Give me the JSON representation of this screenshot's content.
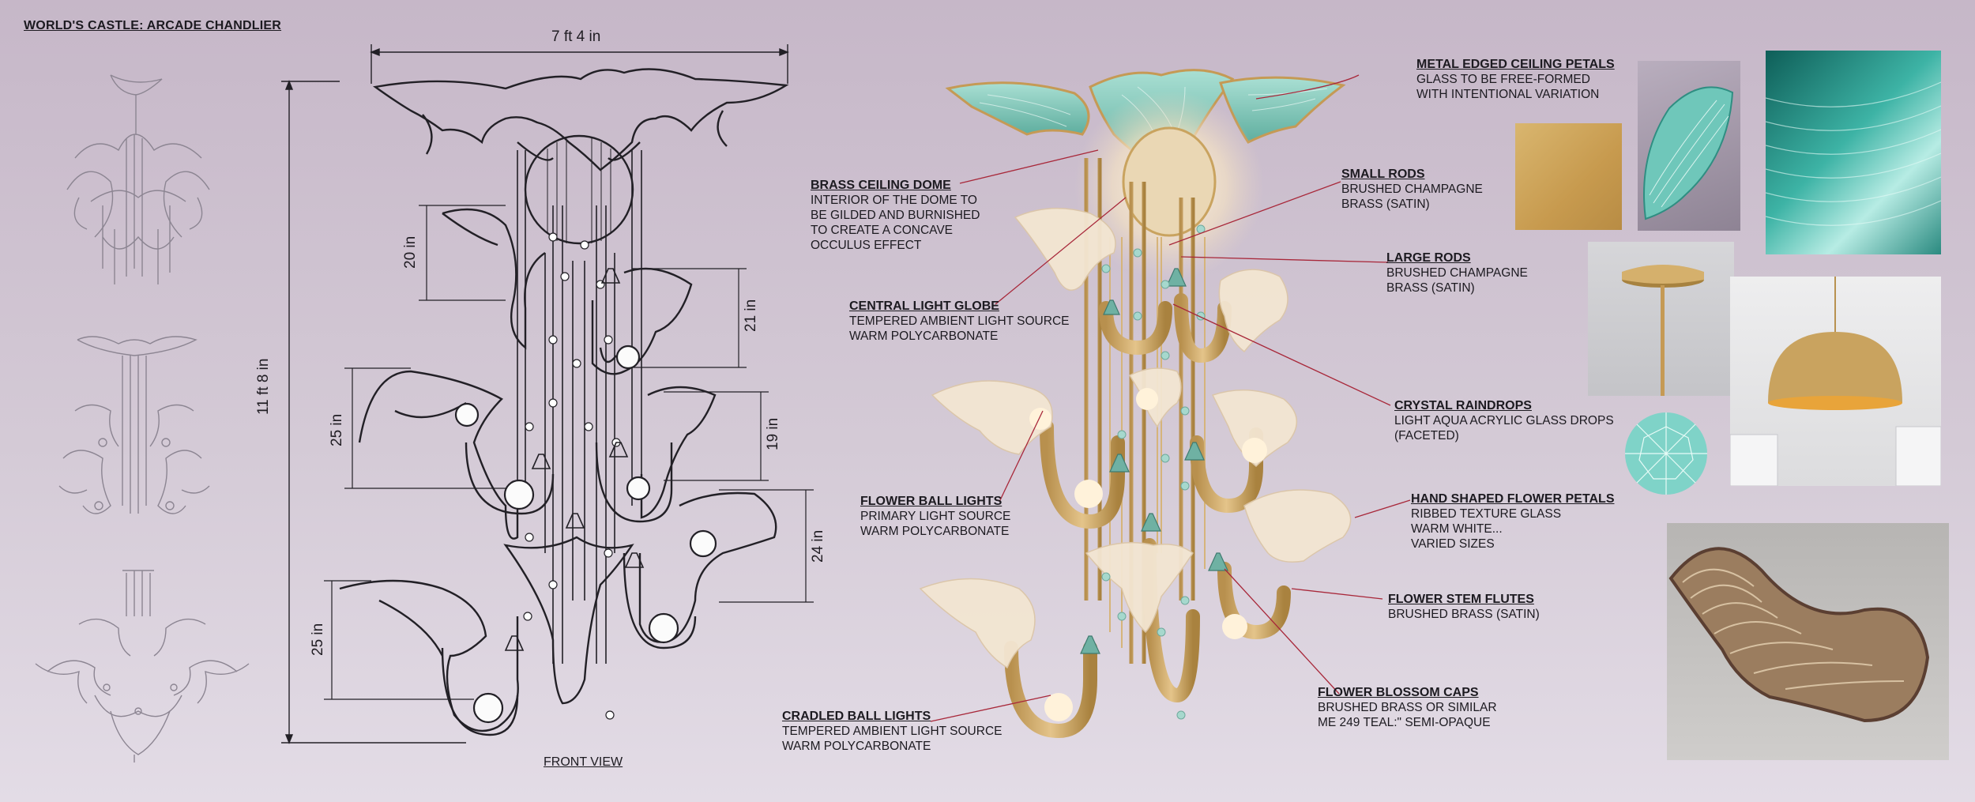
{
  "page": {
    "title": "WORLD'S CASTLE: ARCADE CHANDLIER"
  },
  "drawing": {
    "width_dim": "7 ft 4 in",
    "height_dim": "11 ft 8 in",
    "dims": [
      "20 in",
      "21 in",
      "25 in",
      "19 in",
      "24 in",
      "25 in"
    ],
    "view_label": "FRONT VIEW"
  },
  "callouts": [
    {
      "title": "METAL EDGED CEILING PETALS",
      "body": "GLASS TO BE FREE-FORMED\nWITH INTENTIONAL VARIATION"
    },
    {
      "title": "BRASS CEILING DOME",
      "body": "INTERIOR OF THE DOME TO\nBE GILDED AND BURNISHED\nTO CREATE A CONCAVE\nOCCULUS EFFECT"
    },
    {
      "title": "SMALL RODS",
      "body": "BRUSHED CHAMPAGNE\nBRASS (SATIN)"
    },
    {
      "title": "LARGE RODS",
      "body": "BRUSHED CHAMPAGNE\nBRASS (SATIN)"
    },
    {
      "title": "CENTRAL LIGHT GLOBE",
      "body": "TEMPERED AMBIENT LIGHT SOURCE\nWARM POLYCARBONATE"
    },
    {
      "title": "CRYSTAL RAINDROPS",
      "body": "LIGHT AQUA ACRYLIC GLASS DROPS\n(FACETED)"
    },
    {
      "title": "FLOWER BALL LIGHTS",
      "body": "PRIMARY LIGHT SOURCE\nWARM POLYCARBONATE"
    },
    {
      "title": "HAND SHAPED FLOWER PETALS",
      "body": "RIBBED TEXTURE GLASS\nWARM WHITE...\nVARIED SIZES"
    },
    {
      "title": "FLOWER STEM FLUTES",
      "body": "BRUSHED BRASS (SATIN)"
    },
    {
      "title": "FLOWER BLOSSOM CAPS",
      "body": "BRUSHED BRASS OR SIMILAR\nME 249 TEAL:\" SEMI-OPAQUE"
    },
    {
      "title": "CRADLED BALL LIGHTS",
      "body": "TEMPERED AMBIENT LIGHT SOURCE\nWARM POLYCARBONATE"
    }
  ],
  "colors": {
    "brass": "#c9a35f",
    "teal_glass": "#7fc6bb",
    "line": "#222026",
    "leader": "#a8283a",
    "petal": "#f6e9d6"
  }
}
